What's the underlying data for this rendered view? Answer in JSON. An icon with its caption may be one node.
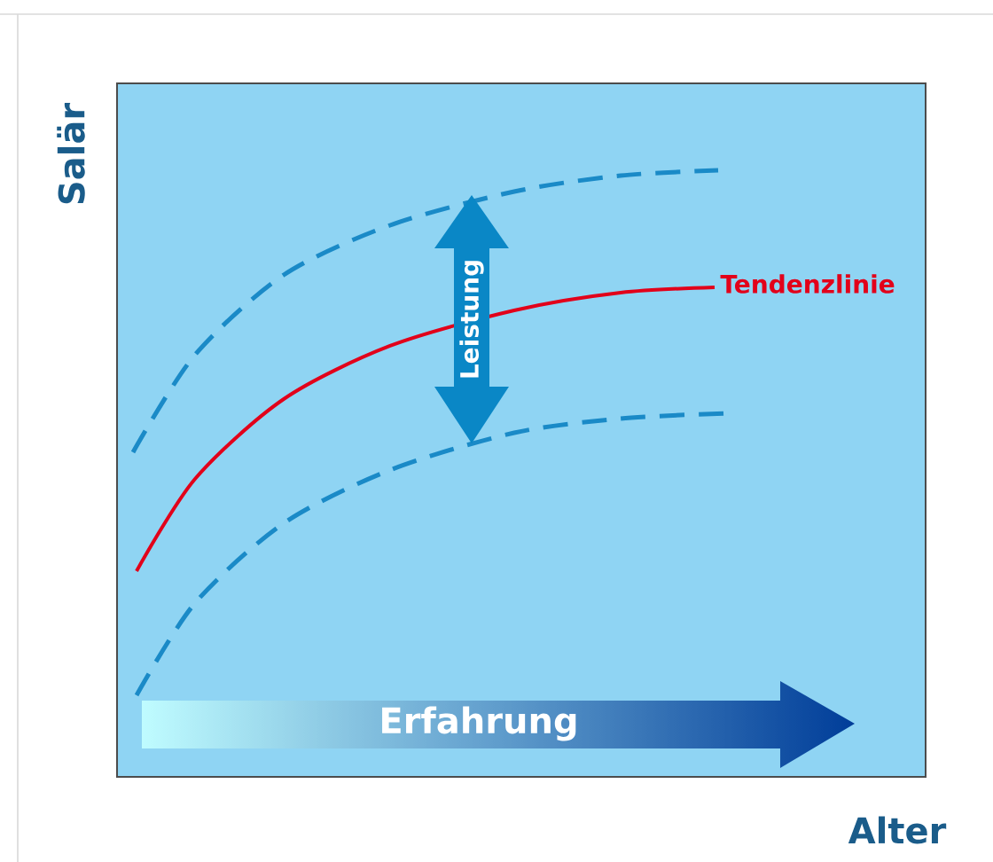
{
  "diagram": {
    "labels": [
      "Salär",
      "Tendenzlinie",
      "Leistung",
      "Erfahrung",
      "Alter"
    ]
  }
}
